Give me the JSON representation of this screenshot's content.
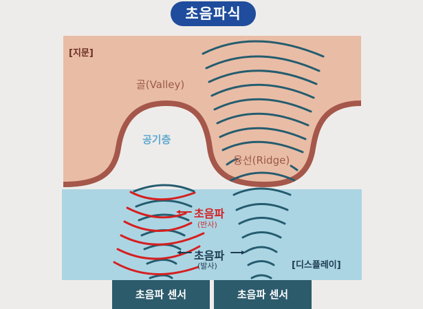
{
  "title": "초음파식",
  "labels": {
    "fingerprint": "[지문]",
    "valley": "골(Valley)",
    "air_layer": "공기층",
    "ridge": "융선(Ridge)",
    "reflected_wave": "초음파",
    "reflected_sub": "(반사)",
    "emitted_wave": "초음파",
    "emitted_sub": "(발사)",
    "display": "[디스플레이]"
  },
  "sensors": [
    {
      "label": "초음파 센서"
    },
    {
      "label": "초음파 센서"
    }
  ],
  "colors": {
    "title_bg": "#1f4c9c",
    "fingerprint_fill": "#e9bca6",
    "fingerprint_outline": "#a4574a",
    "display_fill": "#acd5e4",
    "emitted_wave": "#245c6e",
    "reflected_wave": "#d42020",
    "sensor_bg": "#2c5b6c"
  }
}
